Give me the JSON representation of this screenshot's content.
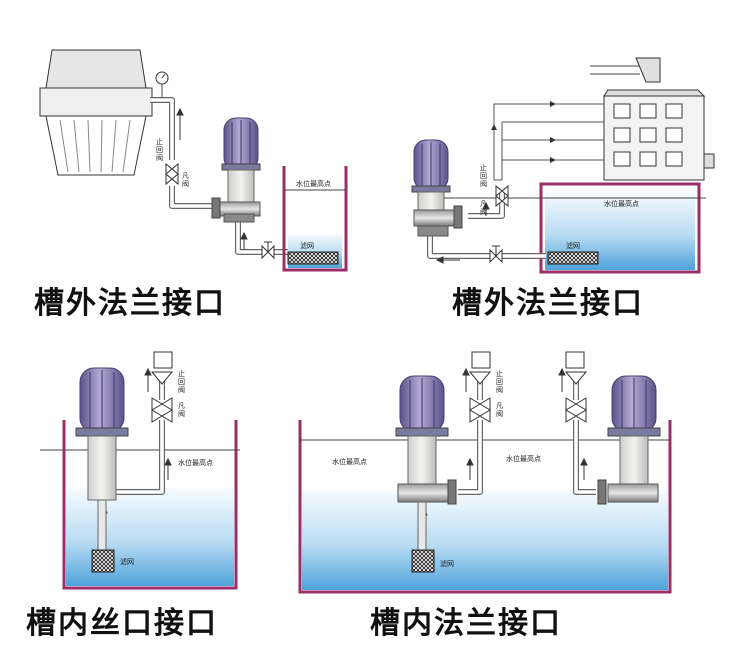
{
  "panels": [
    {
      "id": "p1",
      "caption": "槽外法兰接口",
      "labels": {
        "high_level": "水位最高点",
        "strainer": "滤网",
        "stop_valve_1": "止",
        "stop_valve_2": "回",
        "stop_valve_3": "阀",
        "gate_valve_1": "凡",
        "gate_valve_2": "阀"
      }
    },
    {
      "id": "p2",
      "caption": "槽外法兰接口",
      "labels": {
        "high_level": "水位最高点",
        "strainer": "滤网",
        "stop_valve_1": "止",
        "stop_valve_2": "回",
        "stop_valve_3": "阀",
        "gate_valve_1": "凡",
        "gate_valve_2": "阀"
      }
    },
    {
      "id": "p3",
      "caption": "槽内丝口接口",
      "labels": {
        "high_level": "水位最高点",
        "strainer": "滤网",
        "stop_valve_1": "止",
        "stop_valve_2": "回",
        "stop_valve_3": "阀",
        "gate_valve_1": "凡",
        "gate_valve_2": "阀"
      }
    },
    {
      "id": "p4",
      "caption": "槽内法兰接口",
      "labels": {
        "high_level_left": "水位最高点",
        "high_level_right": "水位最高点",
        "strainer": "滤网",
        "stop_valve_1": "止",
        "stop_valve_2": "回",
        "stop_valve_3": "阀",
        "gate_valve_1": "凡",
        "gate_valve_2": "阀"
      }
    }
  ],
  "colors": {
    "motor": "#8e84b8",
    "motor_dark": "#5d5489",
    "tank_border": "#9a2f68",
    "water_top": "#f4fafe",
    "water_bottom": "#5aa9df",
    "pipe": "#666666",
    "flange": "#6f6f6f"
  }
}
